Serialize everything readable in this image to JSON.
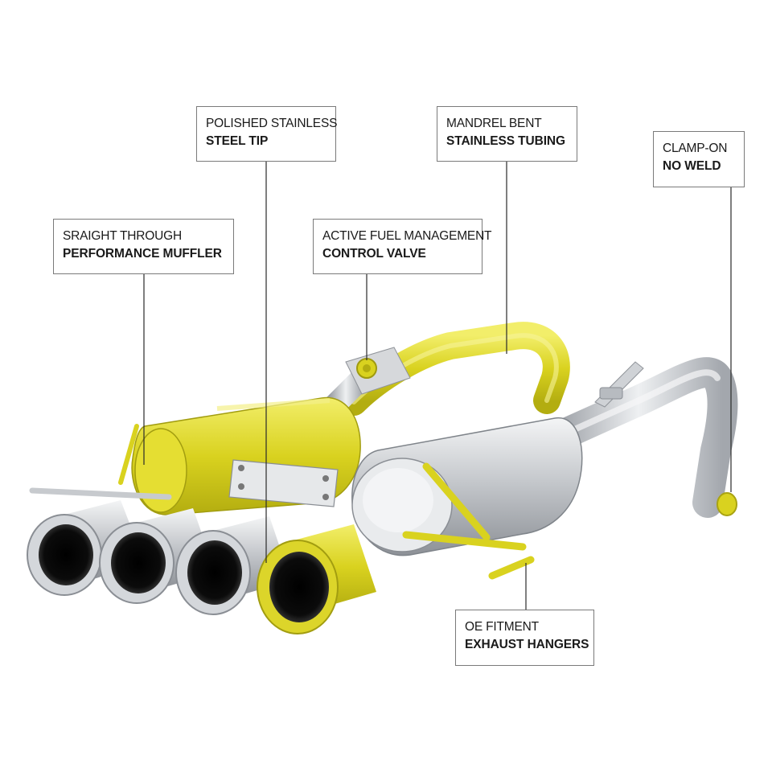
{
  "colors": {
    "highlight": "#d9d21f",
    "stainless": "#c9ccd0",
    "leader": "#2a2a2a",
    "box_border": "#7a7a7a"
  },
  "callouts": {
    "steel_tip": {
      "line1": "POLISHED STAINLESS",
      "line2": "STEEL TIP"
    },
    "stainless_tubing": {
      "line1": "MANDREL BENT",
      "line2": "STAINLESS TUBING"
    },
    "clamp_on": {
      "line1": "CLAMP-ON",
      "line2": "NO WELD"
    },
    "performance_muffler": {
      "line1": "SRAIGHT THROUGH",
      "line2": "PERFORMANCE MUFFLER"
    },
    "control_valve": {
      "line1": "ACTIVE FUEL MANAGEMENT",
      "line2": "CONTROL VALVE"
    },
    "exhaust_hangers": {
      "line1": "OE FITMENT",
      "line2": "EXHAUST HANGERS"
    }
  }
}
